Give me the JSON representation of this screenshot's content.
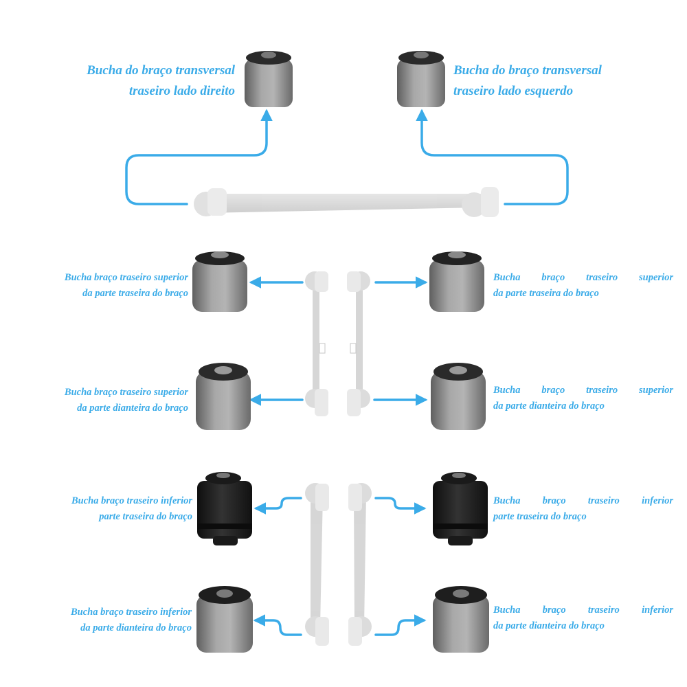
{
  "colors": {
    "accent": "#3aabe8",
    "arm": "#d4d4d4",
    "bushing_gray": "#8e8e8e",
    "bushing_black": "#1c1c1c"
  },
  "labels": {
    "transverse_right": {
      "line1": "Bucha do braço transversal",
      "line2": "traseiro lado direito"
    },
    "transverse_left": {
      "line1": "Bucha do braço transversal",
      "line2": "traseiro lado esquerdo"
    },
    "upper_rear_left": {
      "line1": "Bucha braço traseiro superior",
      "line2": "da parte traseira do braço"
    },
    "upper_rear_right": {
      "line1": "Bucha braço traseiro superior",
      "line2": "da parte traseira do braço"
    },
    "upper_front_left": {
      "line1": "Bucha braço traseiro superior",
      "line2": "da parte dianteira do braço"
    },
    "upper_front_right": {
      "line1": "Bucha braço traseiro superior",
      "line2": "da parte dianteira do braço"
    },
    "lower_rear_left": {
      "line1": "Bucha braço traseiro inferior",
      "line2": "parte traseira do braço"
    },
    "lower_rear_right": {
      "line1": "Bucha braço traseiro inferior",
      "line2": "parte traseira do braço"
    },
    "lower_front_left": {
      "line1": "Bucha braço traseiro inferior",
      "line2": "da parte dianteira do braço"
    },
    "lower_front_right": {
      "line1": "Bucha braço traseiro inferior",
      "line2": "da parte dianteira do braço"
    }
  }
}
